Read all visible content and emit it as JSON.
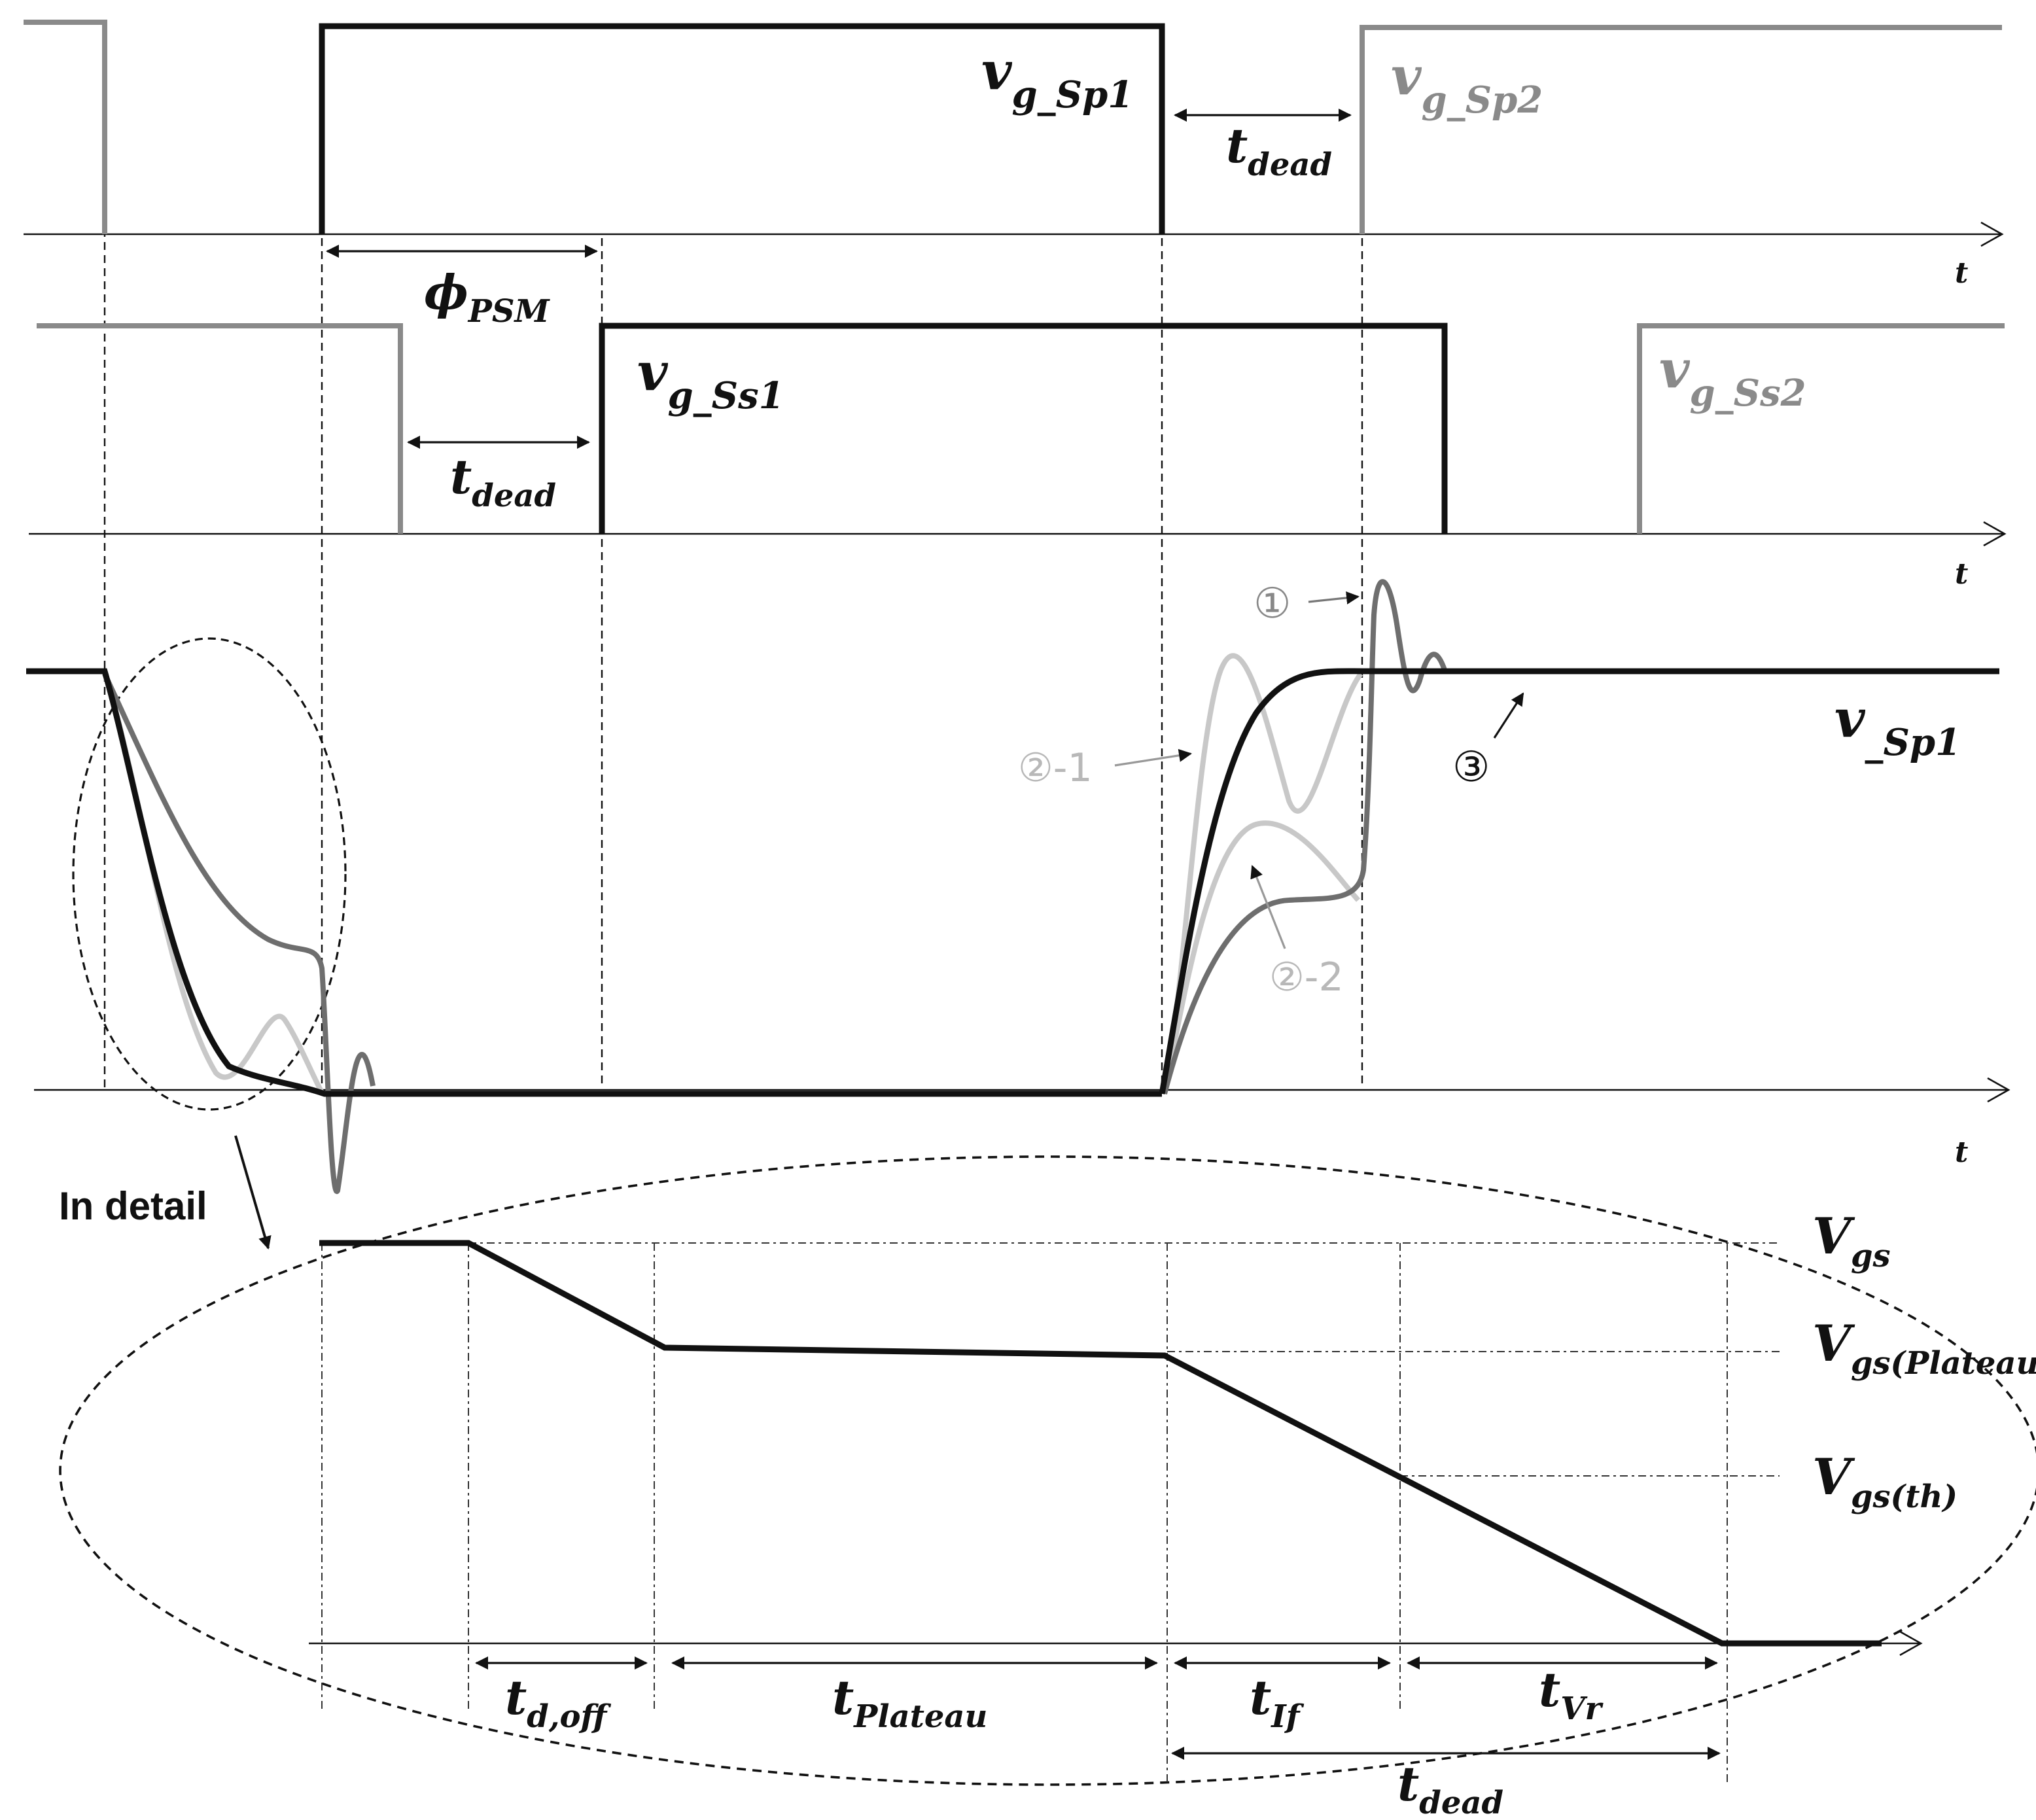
{
  "colors": {
    "black": "#111111",
    "dark_gray": "#6e6e6e",
    "light_gray": "#bdbdbd",
    "mid_gray": "#8a8a8a"
  },
  "signals": {
    "vg_sp1": {
      "main": "v",
      "sub": "g_Sp1"
    },
    "vg_sp2": {
      "main": "v",
      "sub": "g_Sp2"
    },
    "vg_ss1": {
      "main": "v",
      "sub": "g_Ss1"
    },
    "vg_ss2": {
      "main": "v",
      "sub": "g_Ss2"
    },
    "v_sp1": {
      "main": "v",
      "sub": "_Sp1"
    }
  },
  "time_axis_label": "t",
  "intervals": {
    "t_dead_top": {
      "main": "t",
      "sub": "dead"
    },
    "phi_psm": {
      "main": "ϕ",
      "sub": "PSM"
    },
    "t_dead_mid": {
      "main": "t",
      "sub": "dead"
    },
    "t_d_off": {
      "main": "t",
      "sub": "d,off"
    },
    "t_plateau": {
      "main": "t",
      "sub": "Plateau"
    },
    "t_if": {
      "main": "t",
      "sub": "If"
    },
    "t_vr": {
      "main": "t",
      "sub": "Vr"
    },
    "t_dead_bottom": {
      "main": "t",
      "sub": "dead"
    }
  },
  "levels": {
    "vgs": {
      "main": "V",
      "sub": "gs"
    },
    "vgs_plateau": {
      "main": "V",
      "sub": "gs(Plateau)"
    },
    "vgs_th": {
      "main": "V",
      "sub": "gs(th)"
    }
  },
  "markers": {
    "m1": "①",
    "m2_1": "②-1",
    "m2_2": "②-2",
    "m3": "③"
  },
  "detail_label": "In detail"
}
